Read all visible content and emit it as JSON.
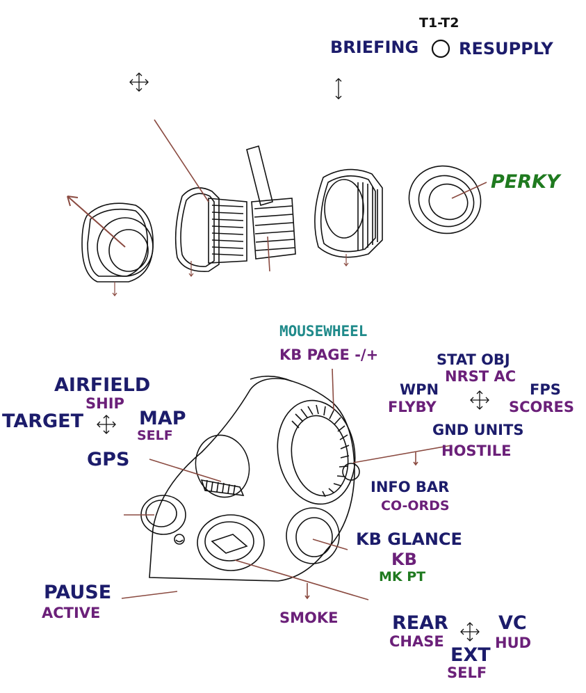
{
  "labels": {
    "top_header": "T1-T2",
    "briefing": "BRIEFING",
    "resupply": "RESUPPLY",
    "perky": "PERKY",
    "mousewheel": "MOUSEWHEEL",
    "kb_page": "KB PAGE -/+",
    "stat_obj": "STAT OBJ",
    "nrst_ac": "NRST AC",
    "wpn": "WPN",
    "flyby": "FLYBY",
    "fps": "FPS",
    "scores": "SCORES",
    "gnd_units": "GND UNITS",
    "hostile": "HOSTILE",
    "airfield": "AIRFIELD",
    "ship": "SHIP",
    "target": "TARGET",
    "map": "MAP",
    "self_map": "SELF",
    "gps": "GPS",
    "info_bar": "INFO BAR",
    "co_ords": "CO-ORDS",
    "kb_glance": "KB GLANCE",
    "kb": "KB",
    "mk_pt": "MK PT",
    "pause": "PAUSE",
    "active": "ACTIVE",
    "smoke": "SMOKE",
    "rear": "REAR",
    "chase": "CHASE",
    "vc": "VC",
    "hud": "HUD",
    "ext": "EXT",
    "self_ext": "SELF"
  },
  "colors": {
    "navy": "#1c1c6b",
    "purple": "#6b2079",
    "green": "#1f7a1f",
    "teal": "#1f8a8a",
    "leader": "#8a4a40",
    "sketch": "#111111"
  },
  "icons": {
    "move_cross": "four-way-arrow-icon",
    "up_down": "vertical-double-arrow-icon",
    "button_circle": "circle-icon",
    "click": "small-down-arrow-icon"
  }
}
